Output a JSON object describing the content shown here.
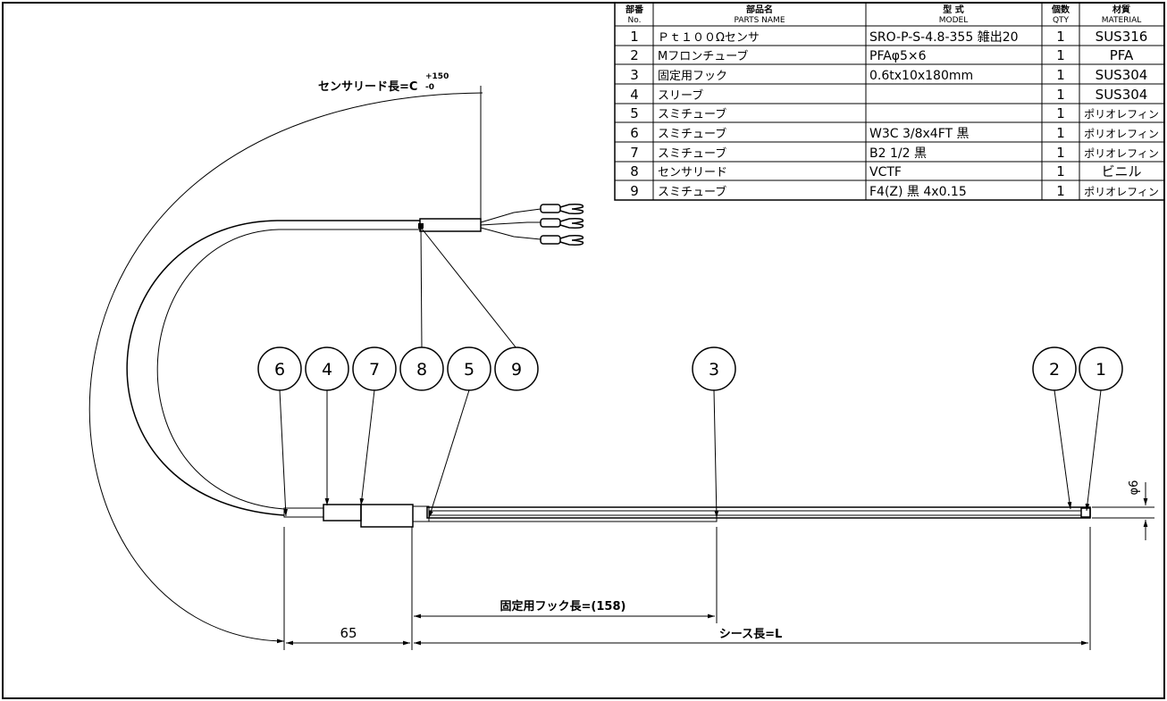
{
  "parts_table": {
    "headers": {
      "no_jp": "部番",
      "no_en": "No.",
      "name_jp": "部品名",
      "name_en": "PARTS NAME",
      "model_jp": "型 式",
      "model_en": "MODEL",
      "qty_jp": "個数",
      "qty_en": "QTY",
      "material_jp": "材質",
      "material_en": "MATERIAL"
    },
    "rows": [
      {
        "no": "1",
        "name": "Ｐｔ１００Ωセンサ",
        "model": "SRO-P-S-4.8-355 雑出20",
        "qty": "1",
        "material": "SUS316"
      },
      {
        "no": "2",
        "name": "Mフロンチューブ",
        "model": "PFAφ5×6",
        "qty": "1",
        "material": "PFA"
      },
      {
        "no": "3",
        "name": "固定用フック",
        "model": "0.6tx10x180mm",
        "qty": "1",
        "material": "SUS304"
      },
      {
        "no": "4",
        "name": "スリーブ",
        "model": "",
        "qty": "1",
        "material": "SUS304"
      },
      {
        "no": "5",
        "name": "スミチューブ",
        "model": "",
        "qty": "1",
        "material": "ポリオレフィン"
      },
      {
        "no": "6",
        "name": "スミチューブ",
        "model": "W3C 3/8x4FT 黒",
        "qty": "1",
        "material": "ポリオレフィン"
      },
      {
        "no": "7",
        "name": "スミチューブ",
        "model": "B2 1/2 黒",
        "qty": "1",
        "material": "ポリオレフィン"
      },
      {
        "no": "8",
        "name": "センサリード",
        "model": "VCTF",
        "qty": "1",
        "material": "ビニル"
      },
      {
        "no": "9",
        "name": "スミチューブ",
        "model": "F4(Z) 黒 4x0.15",
        "qty": "1",
        "material": "ポリオレフィン"
      }
    ]
  },
  "balloons": [
    "6",
    "4",
    "7",
    "8",
    "5",
    "9",
    "3",
    "2",
    "1"
  ],
  "dimensions": {
    "lead_length_prefix": "センサリード長=C",
    "lead_tol_plus": "+150",
    "lead_tol_minus": "-0",
    "hook_length": "固定用フック長=(158)",
    "dim_65": "65",
    "sheath_length": "シース長=L",
    "diameter": "φ6"
  }
}
